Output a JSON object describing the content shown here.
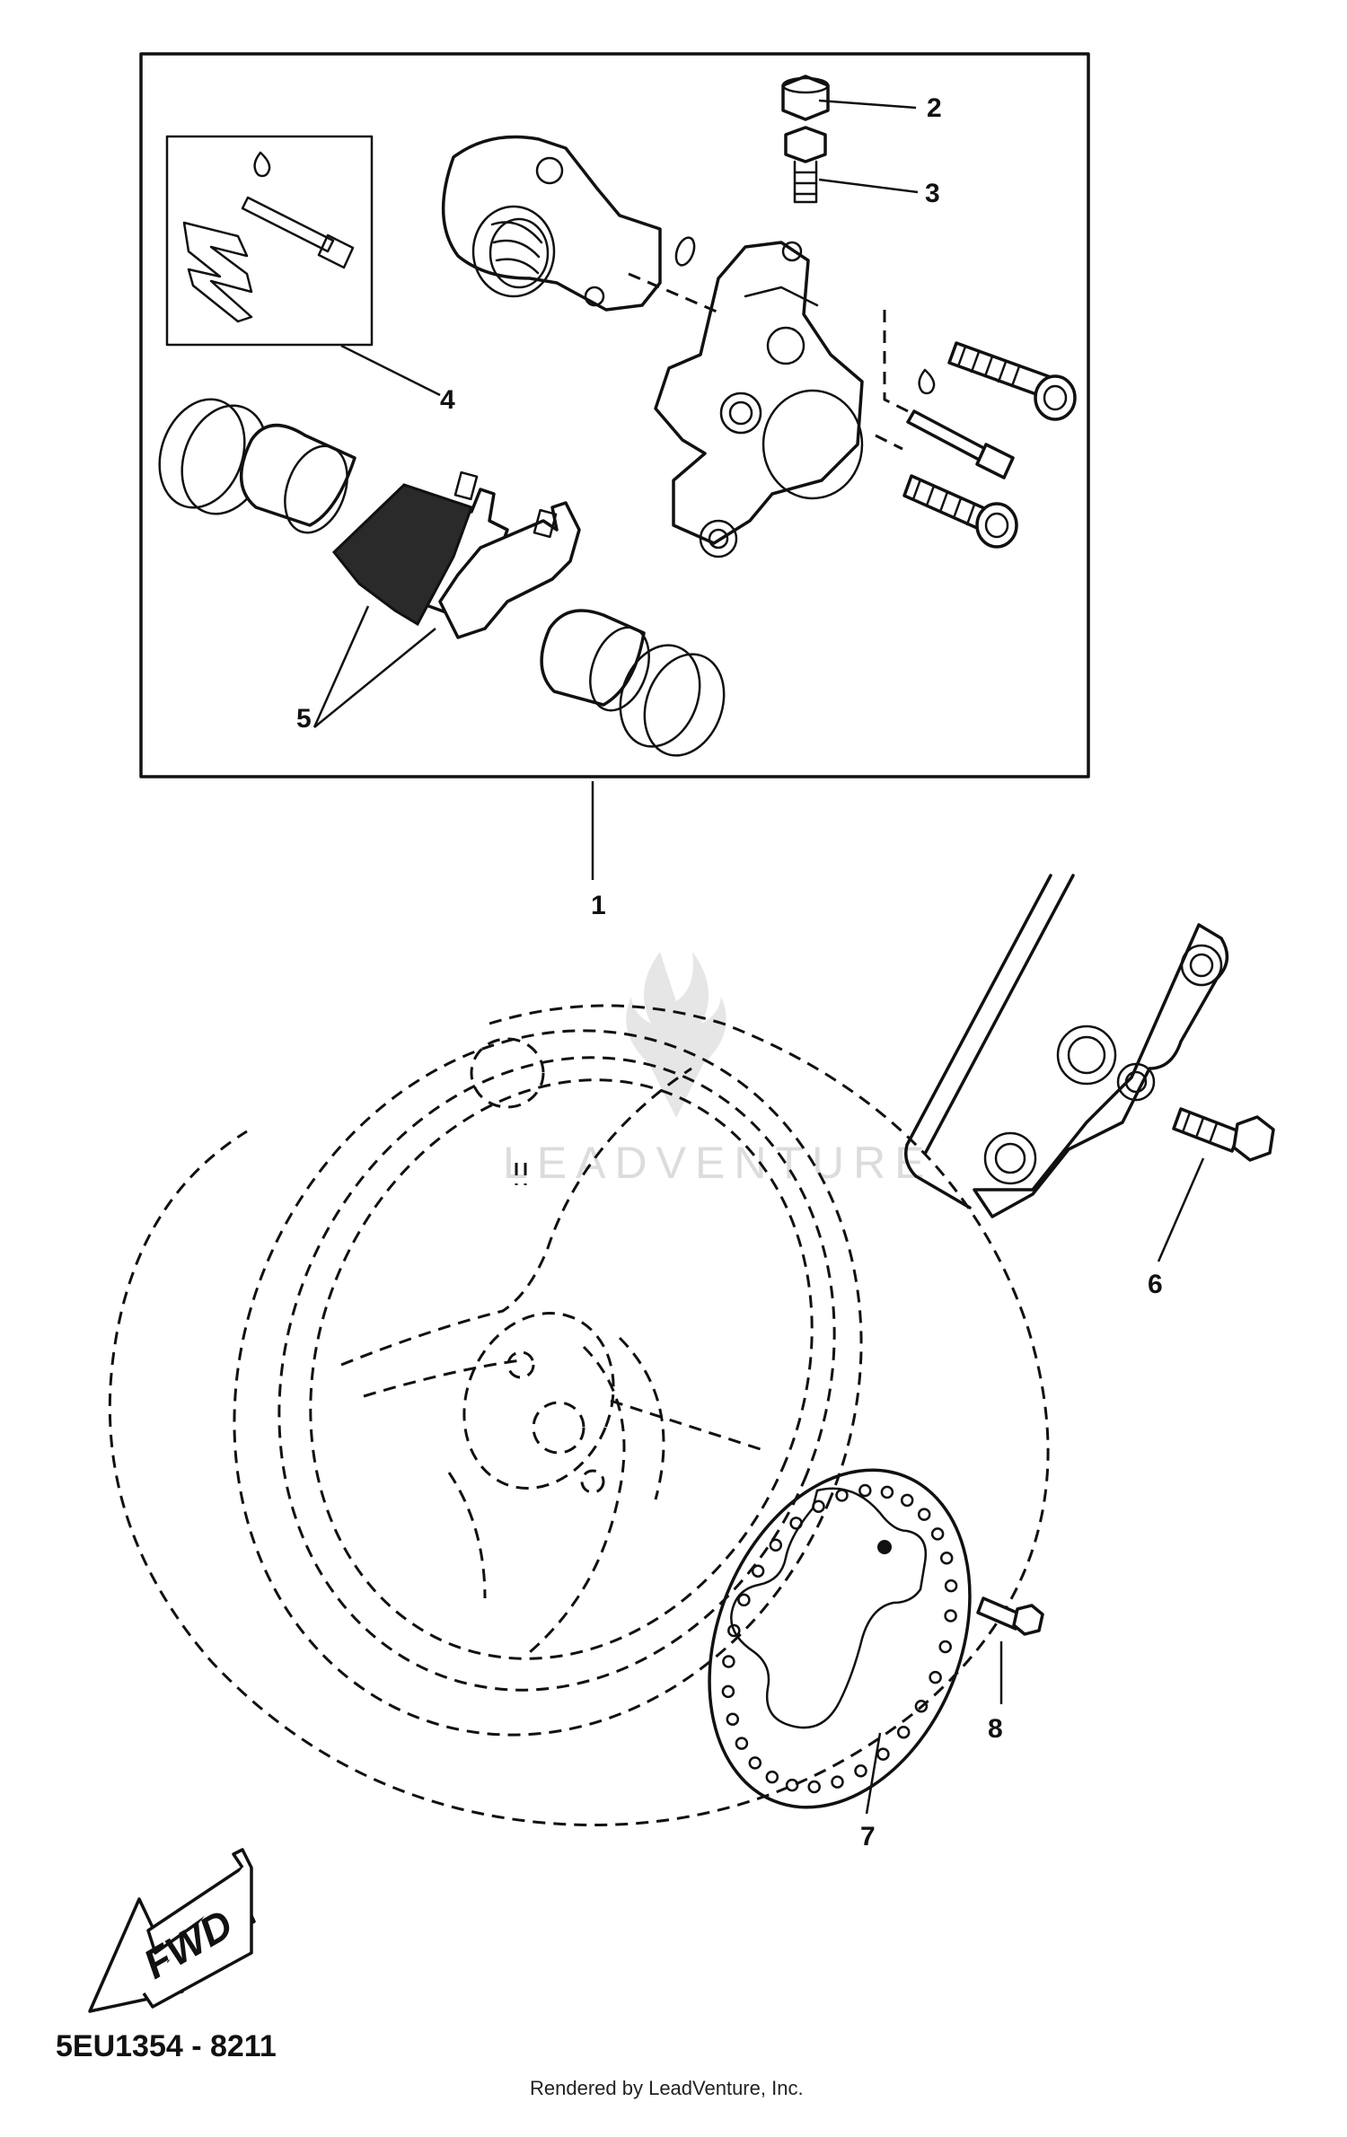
{
  "callouts": {
    "c1": "1",
    "c2": "2",
    "c3": "3",
    "c4": "4",
    "c5": "5",
    "c6": "6",
    "c7": "7",
    "c8": "8"
  },
  "direction_label": "FWD",
  "diagram_code": "5EU1354 - 8211",
  "credit": "Rendered by LeadVenture, Inc.",
  "watermark": "LEADVENTURE",
  "icons": [
    "grease-drop-icon",
    "fwd-arrow-icon",
    "leadventure-flame-logo"
  ]
}
